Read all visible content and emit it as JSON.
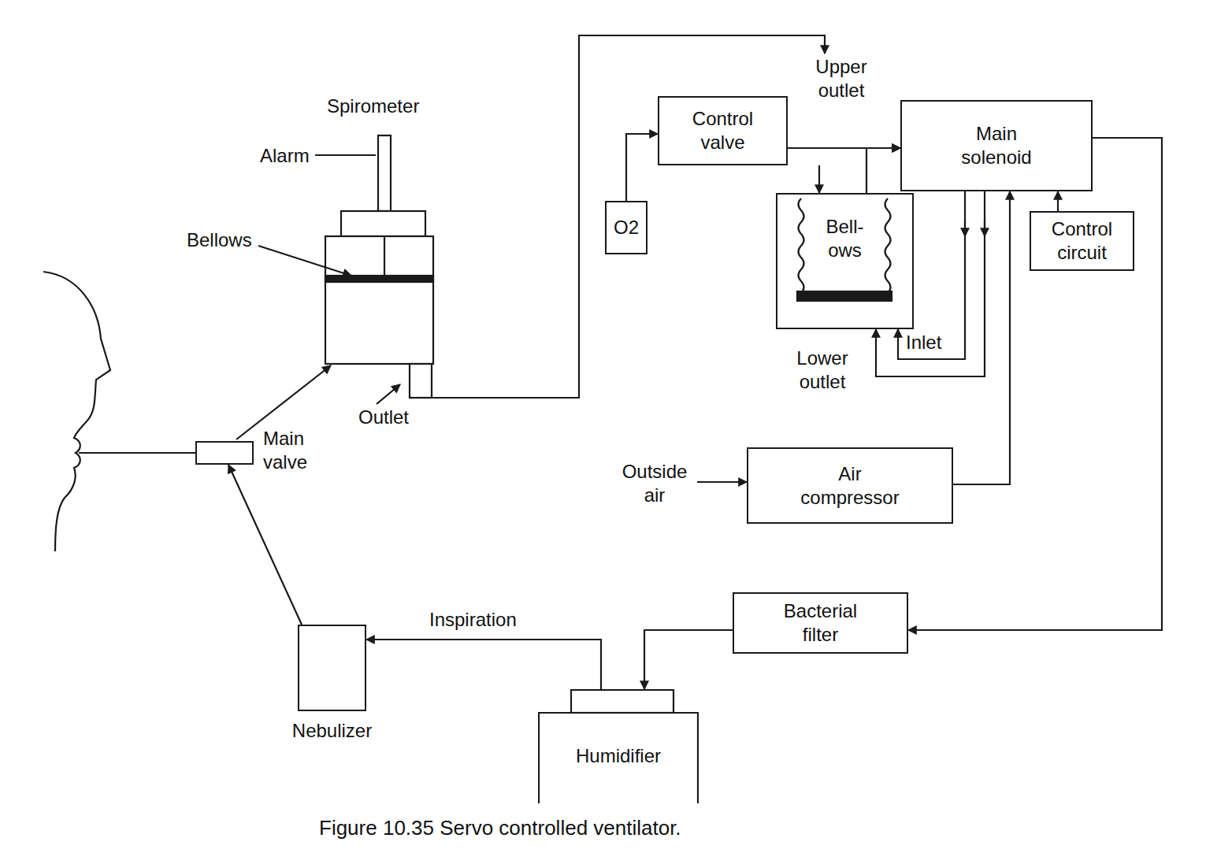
{
  "diagram": {
    "caption": "Figure 10.35 Servo controlled ventilator.",
    "nodes": [
      {
        "text": [
          "Control valve"
        ]
      },
      {
        "text": [
          "O2"
        ]
      },
      {
        "text": [
          "Bell- ows"
        ]
      },
      {
        "text": [
          "Main solenoid"
        ]
      },
      {
        "text": [
          "Control circuit"
        ]
      },
      {
        "text": [
          "Air compressor"
        ]
      },
      {
        "text": [
          "Bacterial filter"
        ]
      },
      {
        "text": [
          "Humidifier"
        ]
      },
      {
        "text": [
          "Nebulizer"
        ]
      },
      {
        "text": [
          "Main valve"
        ]
      }
    ],
    "edges": [
      {
        "from": 1,
        "to": 0,
        "arrow": "to"
      },
      {
        "from": 0,
        "to": 2,
        "arrow": "to"
      },
      {
        "from": 0,
        "to": 3,
        "arrow": "to"
      },
      {
        "from": 2,
        "to": 3,
        "arrow": "to"
      },
      {
        "from": 3,
        "to": 2,
        "arrow": "to"
      },
      {
        "from": 3,
        "to": 2,
        "arrow": "to"
      },
      {
        "from": 4,
        "to": 3,
        "arrow": "to"
      },
      {
        "from": 5,
        "to": 3,
        "arrow": "to"
      },
      {
        "from": 3,
        "to": 6,
        "arrow": "to"
      },
      {
        "from": 6,
        "to": 7,
        "arrow": "to"
      },
      {
        "from": 7,
        "to": 8,
        "label": "Inspiration",
        "arrow": "to"
      },
      {
        "from": 8,
        "to": 9,
        "arrow": "to"
      }
    ],
    "labels": [
      "Spirometer",
      "Alarm",
      "Bellows",
      "Outlet",
      "Upper outlet",
      "Inlet",
      "Lower outlet",
      "Outside air"
    ]
  }
}
